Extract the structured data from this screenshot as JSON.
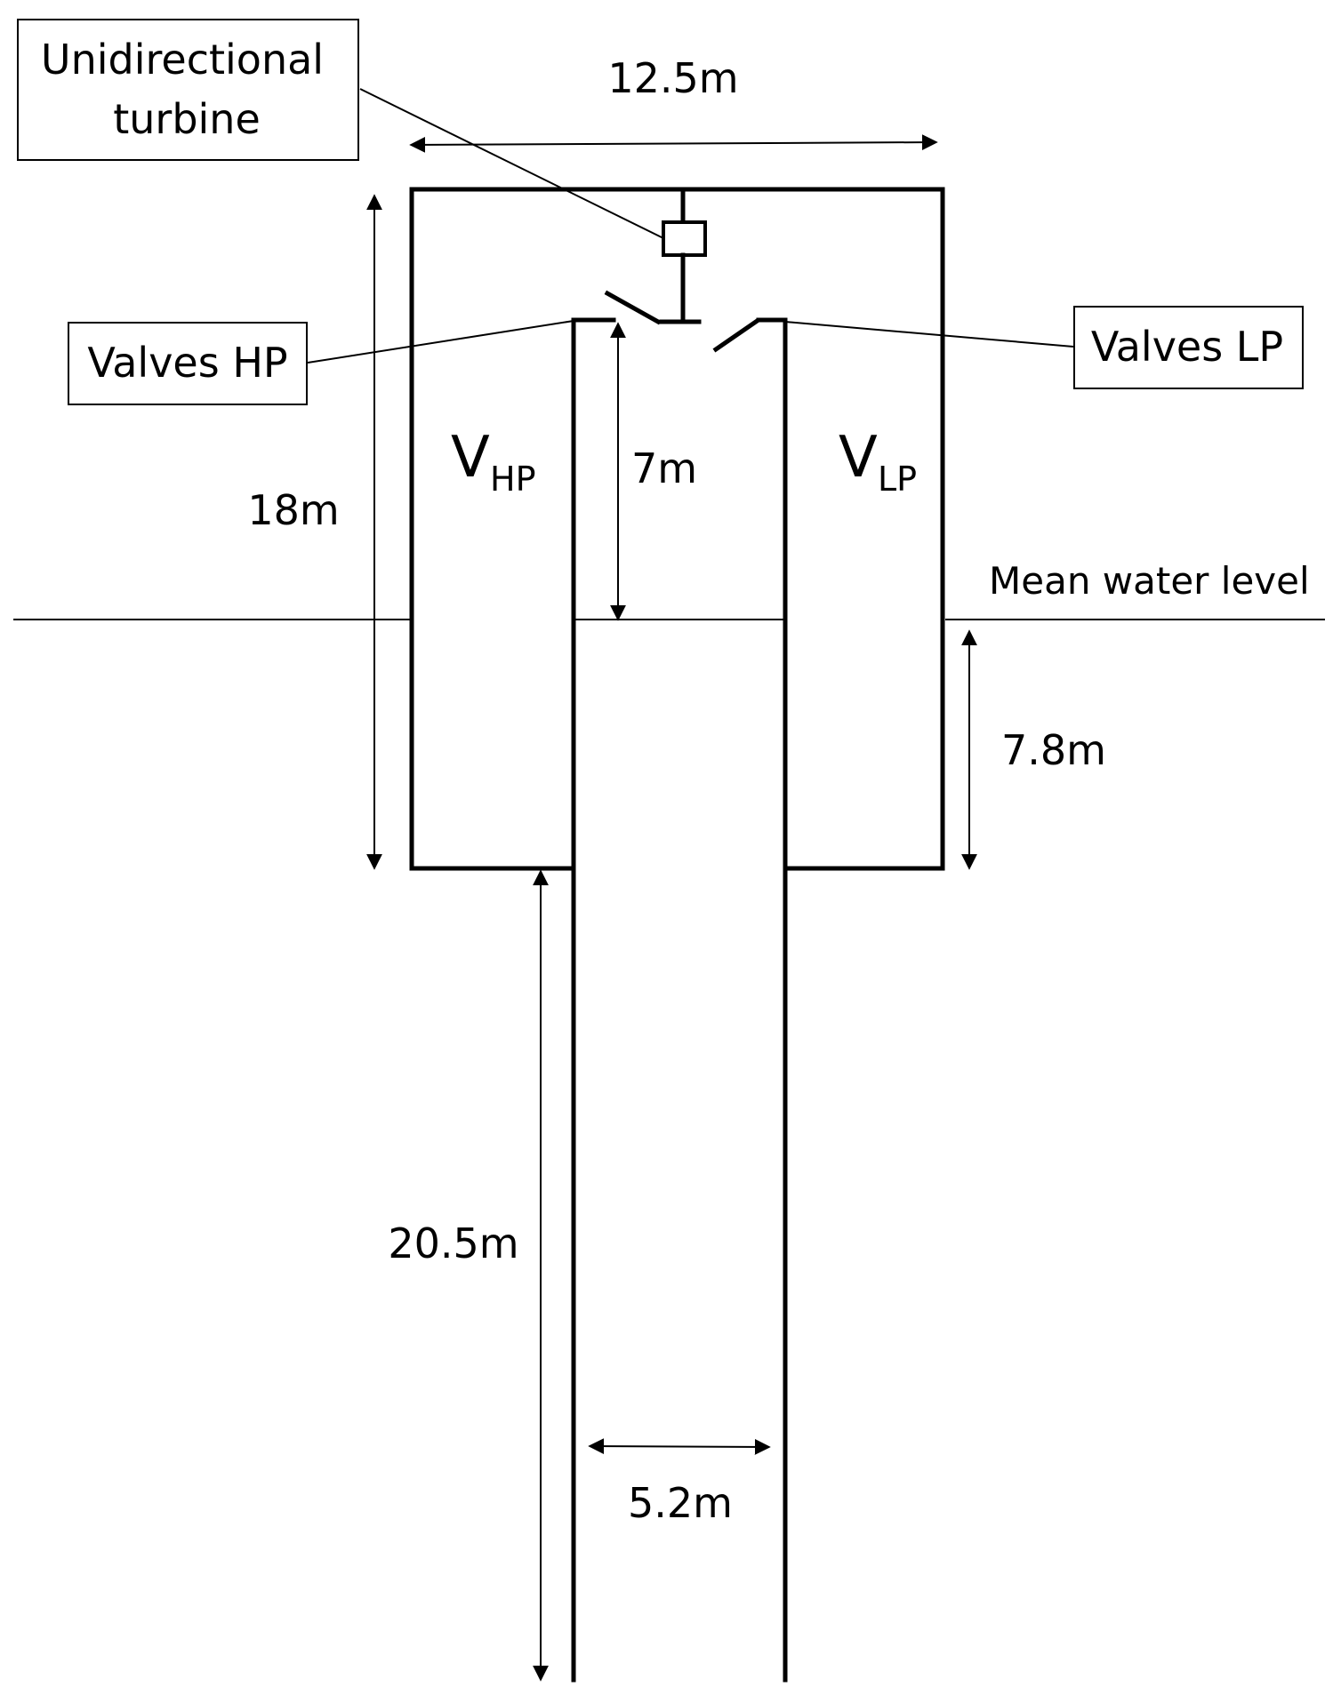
{
  "labels": {
    "turbine_line1": "Unidirectional",
    "turbine_line2": "turbine",
    "valves_hp": "Valves HP",
    "valves_lp": "Valves LP",
    "mean_water_level": "Mean water level"
  },
  "volumes": {
    "hp_main": "V",
    "hp_sub": "HP",
    "lp_main": "V",
    "lp_sub": "LP"
  },
  "dimensions": {
    "width_total": "12.5m",
    "height_chamber": "18m",
    "valve_to_mwl": "7m",
    "mwl_to_bottom": "7.8m",
    "duct_length": "20.5m",
    "duct_width": "5.2m"
  }
}
